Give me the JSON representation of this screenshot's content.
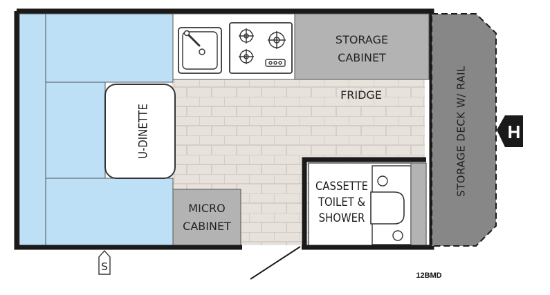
{
  "model": "12BMD",
  "rooms": {
    "u_dinette": "U-DINETTE",
    "storage_cabinet_line1": "STORAGE",
    "storage_cabinet_line2": "CABINET",
    "fridge": "FRIDGE",
    "micro_cabinet_line1": "MICRO",
    "micro_cabinet_line2": "CABINET",
    "bath_line1": "CASSETTE",
    "bath_line2": "TOILET &",
    "bath_line3": "SHOWER",
    "storage_deck": "STORAGE DECK W/ RAIL"
  },
  "symbols": {
    "hitch": "H",
    "spare_tire": "S",
    "icons": [
      "sink-icon",
      "stove-burner-icon",
      "toilet-icon",
      "shower-icon",
      "door-icon",
      "hitch-badge-icon",
      "spare-tire-badge-icon"
    ]
  },
  "colors": {
    "cushion": "#bde0f7",
    "cabinet": "#b3b3b3",
    "floor_tile": "#e8e2dd",
    "tile_grout": "#cfc7c1",
    "deck": "#878787",
    "wall": "#1a1a1a"
  }
}
